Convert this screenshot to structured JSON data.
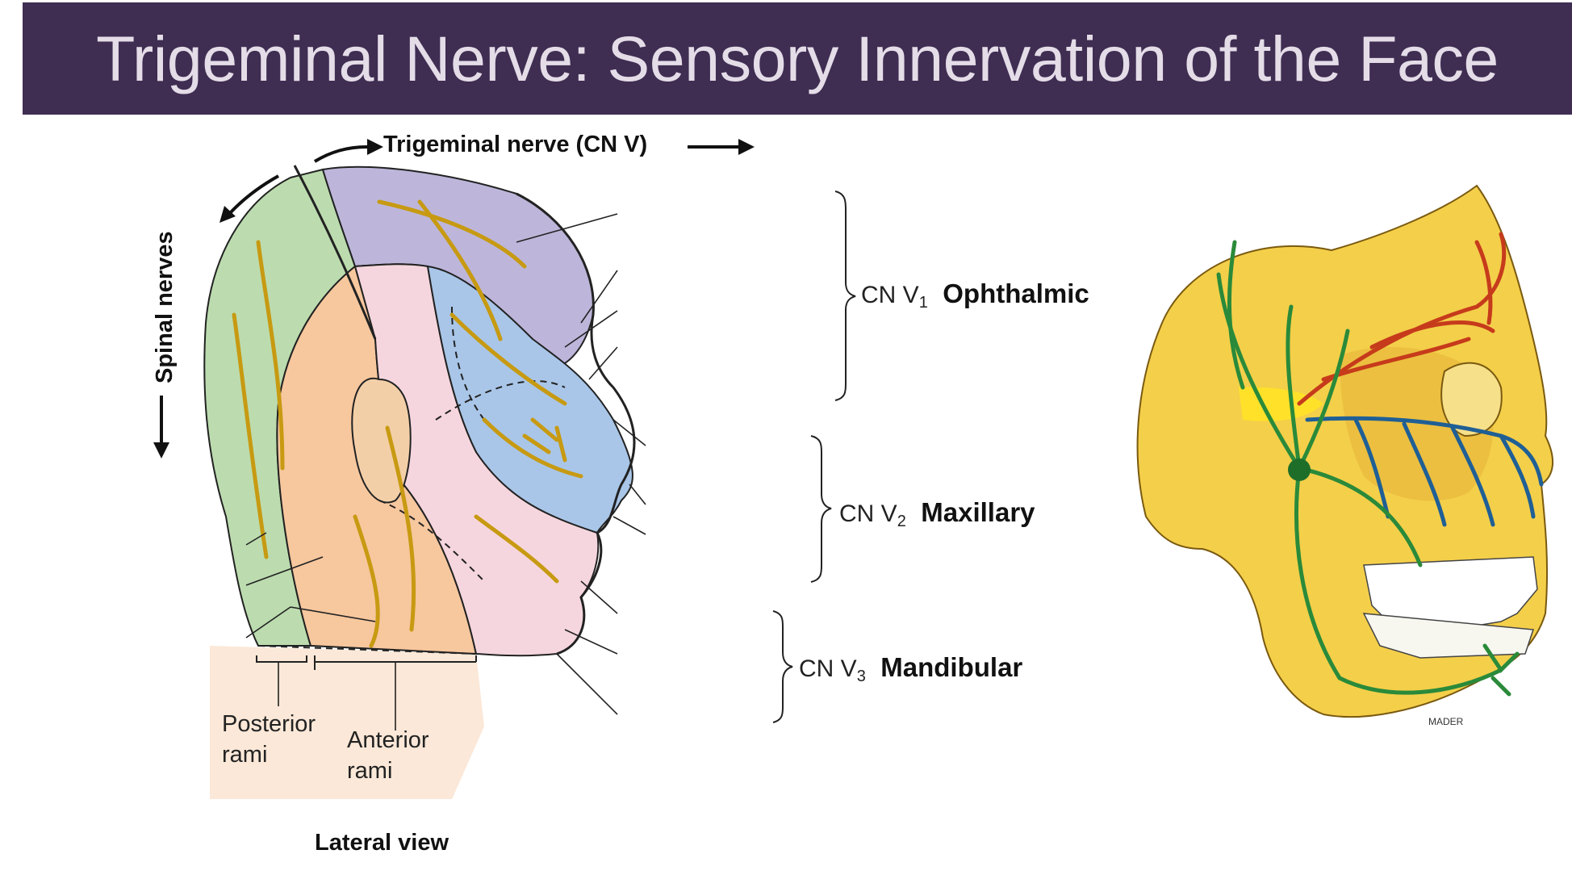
{
  "title": "Trigeminal Nerve: Sensory Innervation of the Face",
  "diagram": {
    "top_label": "Trigeminal nerve (CN V)",
    "side_label": "Spinal nerves",
    "posterior_label": [
      "Posterior",
      "rami"
    ],
    "anterior_label": [
      "Anterior",
      "rami"
    ],
    "view_caption": "Lateral view",
    "branches": [
      {
        "prefix": "CN V",
        "subscript": "1",
        "name": "Ophthalmic",
        "color": "#b8b0d8"
      },
      {
        "prefix": "CN V",
        "subscript": "2",
        "name": "Maxillary",
        "color": "#a9c6e8"
      },
      {
        "prefix": "CN V",
        "subscript": "3",
        "name": "Mandibular",
        "color": "#f6d6de"
      }
    ],
    "skull_signature": "MADER"
  },
  "colors": {
    "title_bg": "#3f2d52",
    "title_text": "#e4dde8",
    "spinal_region": "#bcdcaf",
    "anterior_region": "#f7c79e",
    "nerve_yellow": "#e7c43a",
    "skull_yellow": "#f4cf4a",
    "ophthalmic_nerve": "#c63b1b",
    "maxillary_nerve": "#1f5f95",
    "mandibular_nerve": "#2a8a3a"
  }
}
